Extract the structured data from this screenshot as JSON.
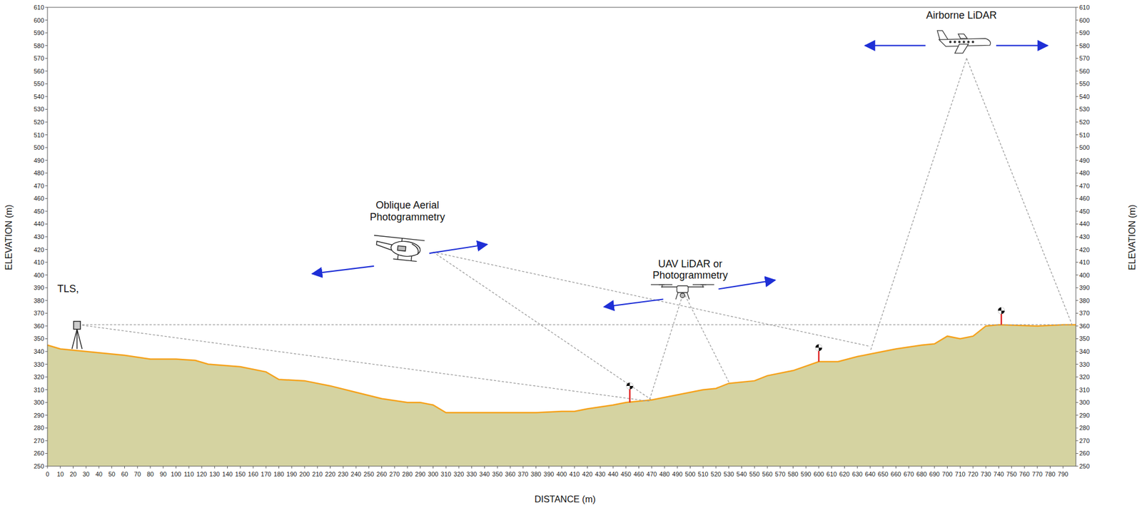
{
  "diagram": {
    "labels": [
      "Airborne LiDAR",
      "Oblique Aerial Photogrammetry",
      "UAV LiDAR or Photogrammetry",
      "TLS,",
      "DISTANCE (m)",
      "ELEVATION (m)",
      "ELEVATION (m)",
      "0",
      "10",
      "20",
      "30",
      "40",
      "50",
      "60",
      "70",
      "80",
      "90",
      "100",
      "110",
      "120",
      "130",
      "140",
      "150",
      "160",
      "170",
      "180",
      "190",
      "200",
      "210",
      "220",
      "230",
      "240",
      "250",
      "260",
      "270",
      "280",
      "290",
      "300",
      "310",
      "320",
      "330",
      "340",
      "350",
      "360",
      "370",
      "380",
      "390",
      "400",
      "410",
      "420",
      "430",
      "440",
      "450",
      "460",
      "470",
      "480",
      "490",
      "500",
      "510",
      "520",
      "530",
      "540",
      "550",
      "560",
      "570",
      "580",
      "590",
      "600",
      "610",
      "620",
      "630",
      "640",
      "650",
      "660",
      "670",
      "680",
      "690",
      "700",
      "710",
      "720",
      "730",
      "740",
      "750",
      "760",
      "770",
      "780",
      "790",
      "250",
      "260",
      "270",
      "280",
      "290",
      "300",
      "310",
      "320",
      "330",
      "340",
      "350",
      "360",
      "370",
      "380",
      "390",
      "400",
      "410",
      "420",
      "430",
      "440",
      "450",
      "460",
      "470",
      "480",
      "490",
      "500",
      "510",
      "520",
      "530",
      "540",
      "550",
      "560",
      "570",
      "580",
      "590",
      "600",
      "610",
      "250",
      "260",
      "270",
      "280",
      "290",
      "300",
      "310",
      "320",
      "330",
      "340",
      "350",
      "360",
      "370",
      "380",
      "390",
      "400",
      "410",
      "420",
      "430",
      "440",
      "450",
      "460",
      "470",
      "480",
      "490",
      "500",
      "510",
      "520",
      "530",
      "540",
      "550",
      "560",
      "570",
      "580",
      "590",
      "600",
      "610"
    ]
  }
}
